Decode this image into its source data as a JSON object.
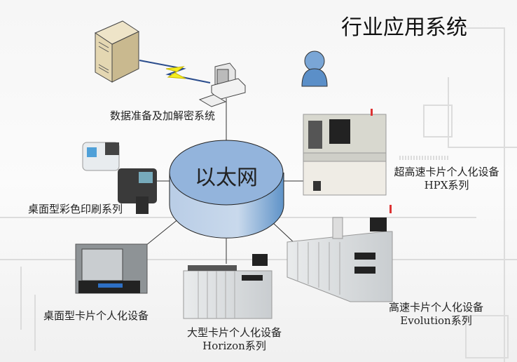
{
  "title": "行业应用系统",
  "hub": {
    "label": "以太网"
  },
  "nodes": {
    "data_prep": {
      "label": "数据准备及加解密系统"
    },
    "color_printer": {
      "label": "桌面型彩色印刷系列"
    },
    "hpx": {
      "label": "超高速卡片个人化设备",
      "series": "HPX系列"
    },
    "desktop_card": {
      "label": "桌面型卡片个人化设备"
    },
    "horizon": {
      "label": "大型卡片个人化设备",
      "series": "Horizon系列"
    },
    "evolution": {
      "label": "高速卡片个人化设备",
      "series": "Evolution系列"
    }
  },
  "colors": {
    "cylinder": "#8fb2da",
    "lightning": "#f5ee20",
    "user": "#5b8fc8"
  }
}
